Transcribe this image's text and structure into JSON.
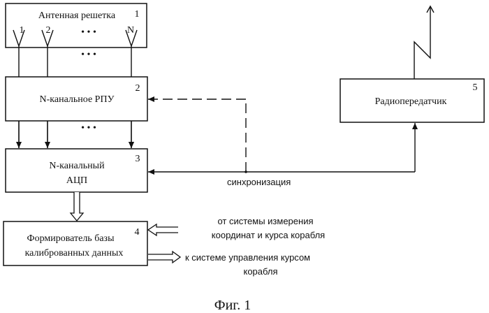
{
  "blocks": {
    "antenna_array": {
      "title": "Антенная решетка",
      "number": "1",
      "elements": [
        "1",
        "2",
        "N"
      ],
      "ellipsis": "• • •"
    },
    "receiver": {
      "title": "N-канальное РПУ",
      "number": "2"
    },
    "adc": {
      "title_line1": "N-канальный",
      "title_line2": "АЦП",
      "number": "3"
    },
    "calibration_db": {
      "title_line1": "Формирователь базы",
      "title_line2": "калиброванных данных",
      "number": "4"
    },
    "transmitter": {
      "title": "Радиопередатчик",
      "number": "5"
    }
  },
  "labels": {
    "sync": "синхронизация",
    "input_line1": "от системы измерения",
    "input_line2": "координат и курса корабля",
    "output_line1": "к системе управления курсом",
    "output_line2": "корабля"
  },
  "caption": "Фиг. 1"
}
